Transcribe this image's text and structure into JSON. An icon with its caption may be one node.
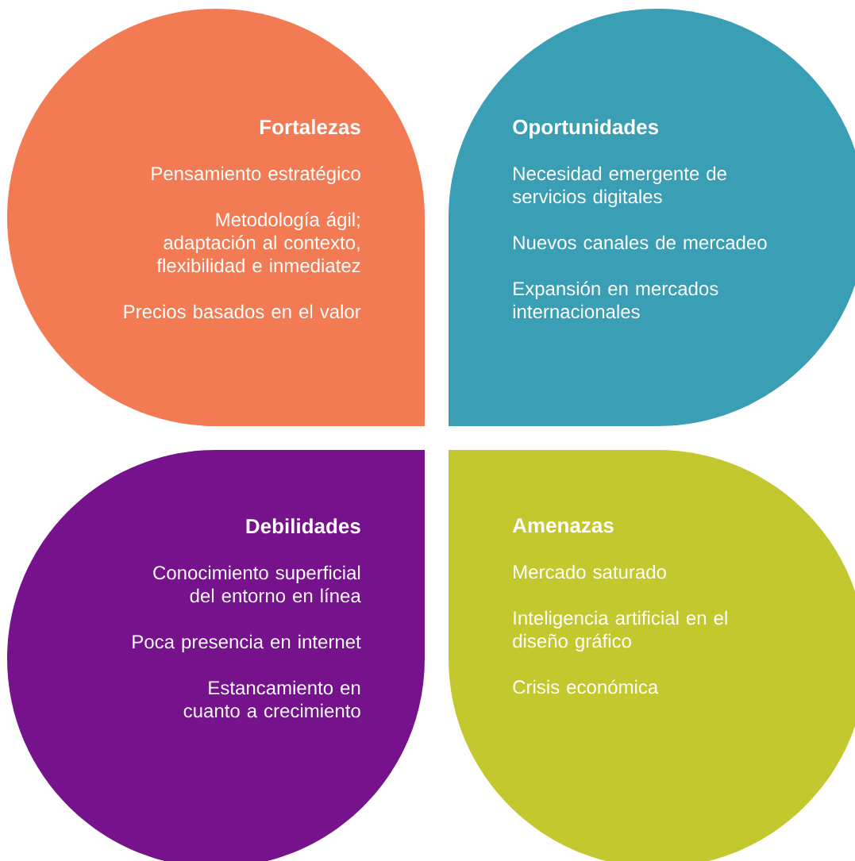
{
  "diagram": {
    "nodes": [
      {
        "text": [
          "Fortalezas",
          "Pensamiento estratégico",
          "Metodología ágil; adaptación al contexto, flexibilidad e inmediatez",
          "Precios basados en el valor"
        ]
      },
      {
        "text": [
          "Oportunidades",
          "Necesidad emergente de servicios digitales",
          "Nuevos canales de mercadeo",
          "Expansión en mercados internacionales"
        ]
      },
      {
        "text": [
          "Debilidades",
          "Conocimiento superficial del entorno en línea",
          "Poca presencia en internet",
          "Estancamiento en cuanto a crecimiento"
        ]
      },
      {
        "text": [
          "Amenazas",
          "Mercado saturado",
          "Inteligencia artificial en el diseño gráfico",
          "Crisis económica"
        ]
      }
    ]
  }
}
